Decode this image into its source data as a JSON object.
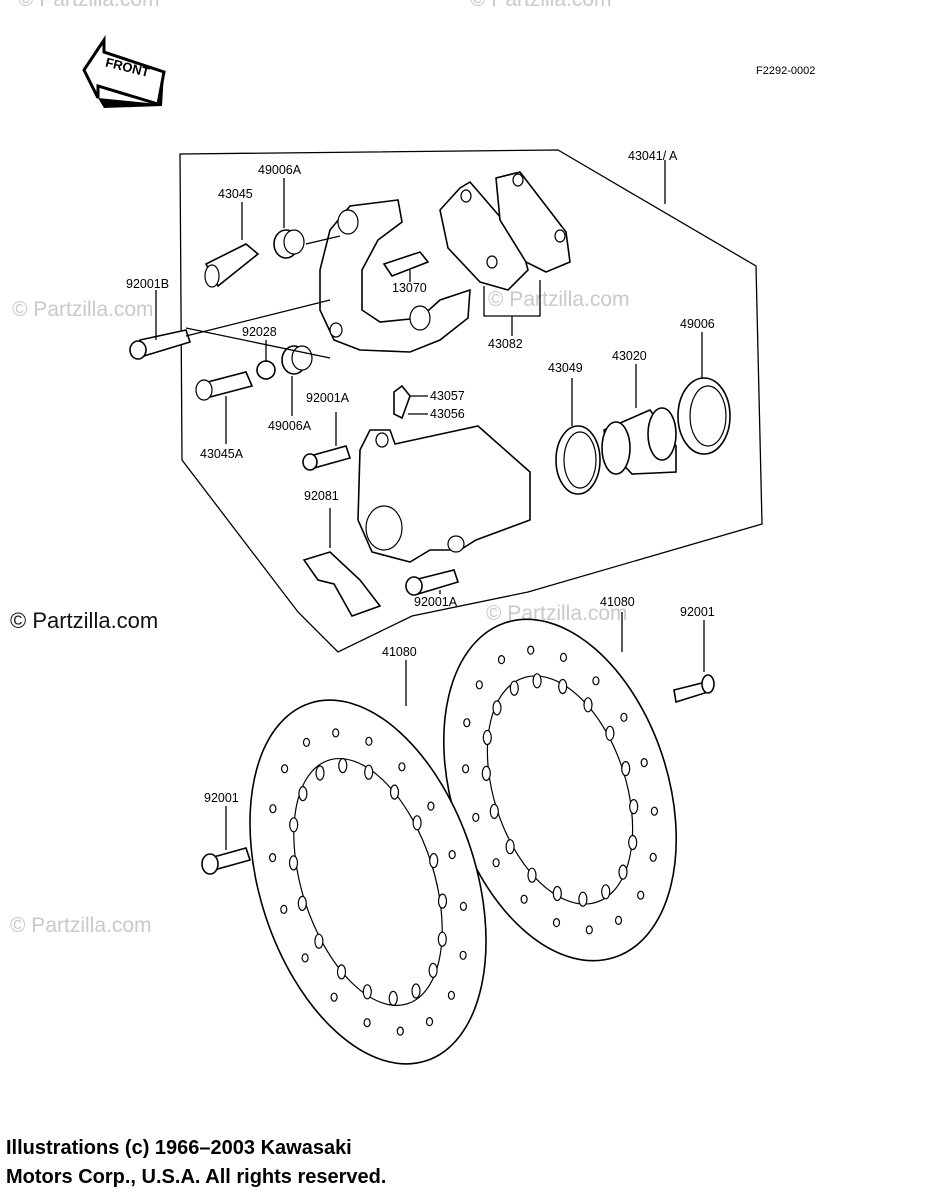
{
  "diagram_code": "F2292-0002",
  "front_label": "FRONT",
  "watermarks": [
    "© Partzilla.com",
    "© Partzilla.com",
    "© Partzilla.com",
    "© Partzilla.com",
    "© Partzilla.com",
    "© Partzilla.com",
    "© Partzilla.com"
  ],
  "labels": {
    "p43041": "43041/ A",
    "p49006A_top": "49006A",
    "p43045": "43045",
    "p92001B": "92001B",
    "p13070": "13070",
    "p43082": "43082",
    "p92028": "92028",
    "p49006A_bot": "49006A",
    "p43045A": "43045A",
    "p92001A_a": "92001A",
    "p43057": "43057",
    "p43056": "43056",
    "p92081": "92081",
    "p92001A_b": "92001A",
    "p43049": "43049",
    "p43020": "43020",
    "p49006": "49006",
    "p41080_left": "41080",
    "p41080_right": "41080",
    "p92001_right": "92001",
    "p92001_left": "92001"
  },
  "copyright": {
    "line1": "Illustrations (c) 1966–2003 Kawasaki",
    "line2": "Motors Corp., U.S.A.  All rights reserved."
  }
}
